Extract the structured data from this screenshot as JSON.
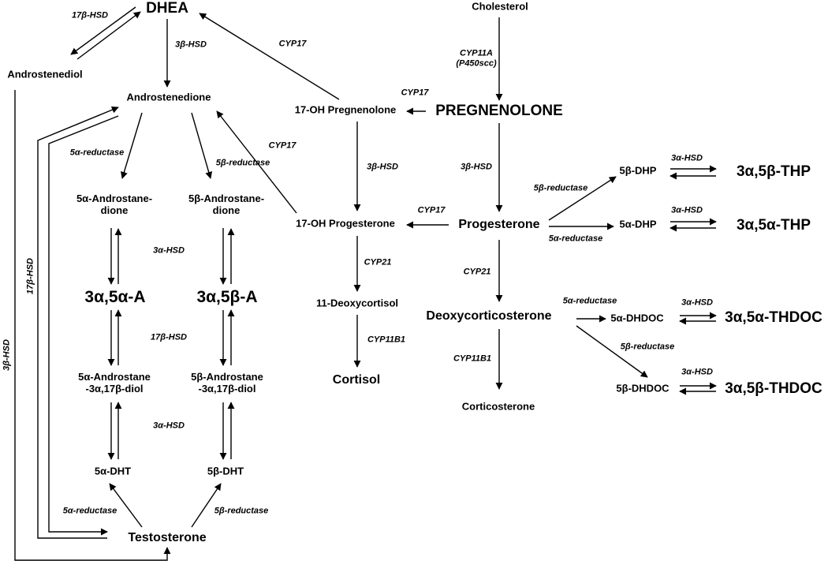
{
  "compounds": {
    "dhea": "DHEA",
    "androstenediol": "Androstenediol",
    "androstenedione": "Androstenedione",
    "a5_androstanedione": "5α-Androstane-\ndione",
    "b5_androstanedione": "5β-Androstane-\ndione",
    "a3_a5_a": "3α,5α-A",
    "a3_b5_a": "3α,5β-A",
    "a5_androstanediol": "5α-Androstane\n-3α,17β-diol",
    "b5_androstanediol": "5β-Androstane\n-3α,17β-diol",
    "a5_dht": "5α-DHT",
    "b5_dht": "5β-DHT",
    "testosterone": "Testosterone",
    "cholesterol": "Cholesterol",
    "pregnenolone": "PREGNENOLONE",
    "oh17_pregnenolone": "17-OH Pregnenolone",
    "oh17_progesterone": "17-OH Progesterone",
    "progesterone": "Progesterone",
    "deoxycortisol": "11-Deoxycortisol",
    "cortisol": "Cortisol",
    "deoxycorticosterone": "Deoxycorticosterone",
    "corticosterone": "Corticosterone",
    "b5_dhp": "5β-DHP",
    "a5_dhp": "5α-DHP",
    "a3_b5_thp": "3α,5β-THP",
    "a3_a5_thp": "3α,5α-THP",
    "a5_dhdoc": "5α-DHDOC",
    "b5_dhdoc": "5β-DHDOC",
    "a3_a5_thdoc": "3α,5α-THDOC",
    "a3_b5_thdoc": "3α,5β-THDOC"
  },
  "enzymes": {
    "hsd17_dhea": "17β-HSD",
    "hsd3_dhea": "3β-HSD",
    "cyp17_top": "CYP17",
    "cyp11a": "CYP11A\n(P450scc)",
    "cyp17_preg": "CYP17",
    "red5a_left": "5α-reductase",
    "red5b_left": "5β-reductase",
    "cyp17_mid": "CYP17",
    "hsd3_17oh": "3β-HSD",
    "hsd3_preg": "3β-HSD",
    "red5b_prog": "5β-reductase",
    "hsd3a_dhp_top": "3α-HSD",
    "hsd3a_dhp_bot": "3α-HSD",
    "cyp17_prog": "CYP17",
    "red5a_prog": "5α-reductase",
    "hsd3a_mid1": "3α-HSD",
    "cyp21_left": "CYP21",
    "cyp21_right": "CYP21",
    "red5a_doc": "5α-reductase",
    "hsd3a_dhdoc_top": "3α-HSD",
    "hsd17_mid": "17β-HSD",
    "red5b_doc": "5β-reductase",
    "cyp11b1_left": "CYP11B1",
    "cyp11b1_right": "CYP11B1",
    "hsd3a_dhdoc_bot": "3α-HSD",
    "hsd3a_mid2": "3α-HSD",
    "red5a_test": "5α-reductase",
    "red5b_test": "5β-reductase",
    "hsd17_vertical": "17β-HSD",
    "hsd3_vertical": "3β-HSD"
  }
}
